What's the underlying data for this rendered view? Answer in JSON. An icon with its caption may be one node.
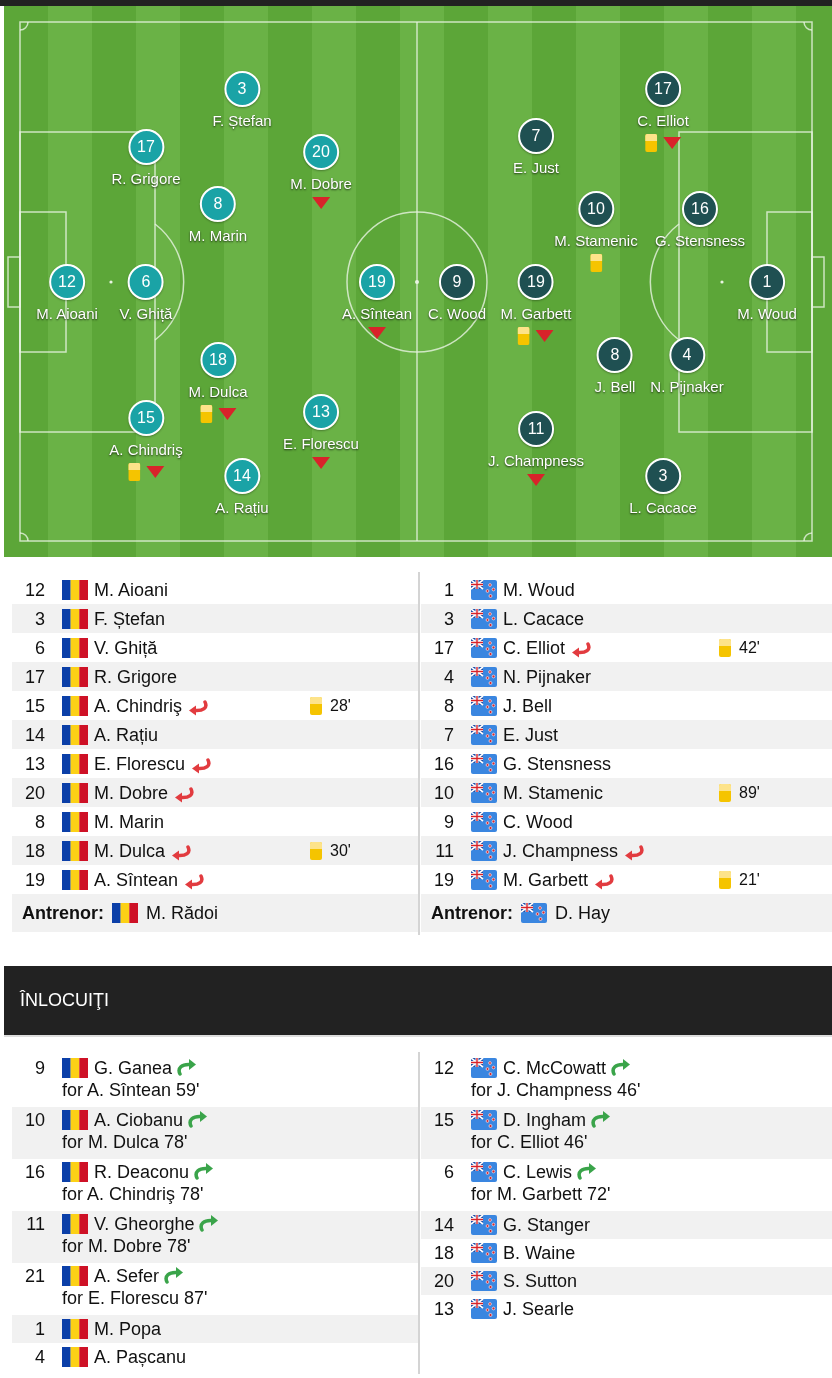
{
  "diagram": {
    "nodes": [
      {
        "text": [
          "12",
          "M. Aioani"
        ]
      },
      {
        "text": [
          "3",
          "F. Ștefan"
        ]
      },
      {
        "text": [
          "6",
          "V. Ghiță"
        ]
      },
      {
        "text": [
          "17",
          "R. Grigore"
        ]
      },
      {
        "text": [
          "15",
          "A. Chindriş"
        ]
      },
      {
        "text": [
          "14",
          "A. Rațiu"
        ]
      },
      {
        "text": [
          "13",
          "E. Florescu"
        ]
      },
      {
        "text": [
          "20",
          "M. Dobre"
        ]
      },
      {
        "text": [
          "8",
          "M. Marin"
        ]
      },
      {
        "text": [
          "18",
          "M. Dulca"
        ]
      },
      {
        "text": [
          "19",
          "A. Sîntean"
        ]
      },
      {
        "text": [
          "1",
          "M. Woud"
        ]
      },
      {
        "text": [
          "3",
          "L. Cacace"
        ]
      },
      {
        "text": [
          "17",
          "C. Elliot"
        ]
      },
      {
        "text": [
          "4",
          "N. Pijnaker"
        ]
      },
      {
        "text": [
          "8",
          "J. Bell"
        ]
      },
      {
        "text": [
          "7",
          "E. Just"
        ]
      },
      {
        "text": [
          "16",
          "G. Stensness"
        ]
      },
      {
        "text": [
          "10",
          "M. Stamenic"
        ]
      },
      {
        "text": [
          "9",
          "C. Wood"
        ]
      },
      {
        "text": [
          "11",
          "J. Champness"
        ]
      },
      {
        "text": [
          "19",
          "M. Garbett"
        ]
      }
    ],
    "labels": [
      "12",
      "M. Aioani",
      "3",
      "F. Ștefan",
      "6",
      "V. Ghiță",
      "17",
      "R. Grigore",
      "15",
      "A. Chindriş",
      "28'",
      "14",
      "A. Rațiu",
      "13",
      "E. Florescu",
      "20",
      "M. Dobre",
      "8",
      "M. Marin",
      "18",
      "M. Dulca",
      "30'",
      "19",
      "A. Sîntean",
      "Antrenor:",
      "M. Rădoi",
      "1",
      "M. Woud",
      "3",
      "L. Cacace",
      "17",
      "C. Elliot",
      "42'",
      "4",
      "N. Pijnaker",
      "8",
      "J. Bell",
      "7",
      "E. Just",
      "16",
      "G. Stensness",
      "10",
      "M. Stamenic",
      "89'",
      "9",
      "C. Wood",
      "11",
      "J. Champness",
      "19",
      "M. Garbett",
      "21'",
      "Antrenor:",
      "D. Hay",
      "ÎNLOCUIŢI",
      "9",
      "G. Ganea",
      "for A. Sîntean 59'",
      "10",
      "A. Ciobanu",
      "for M. Dulca 78'",
      "16",
      "R. Deaconu",
      "for A. Chindriş 78'",
      "11",
      "V. Gheorghe",
      "for M. Dobre 78'",
      "21",
      "A. Sefer",
      "for E. Florescu 87'",
      "1",
      "M. Popa",
      "4",
      "A. Pașcanu",
      "12",
      "C. McCowatt",
      "for J. Champness 46'",
      "15",
      "D. Ingham",
      "for C. Elliot 46'",
      "6",
      "C. Lewis",
      "for M. Garbett 72'",
      "14",
      "G. Stanger",
      "18",
      "B. Waine",
      "20",
      "S. Sutton",
      "13",
      "J. Searle"
    ]
  }
}
